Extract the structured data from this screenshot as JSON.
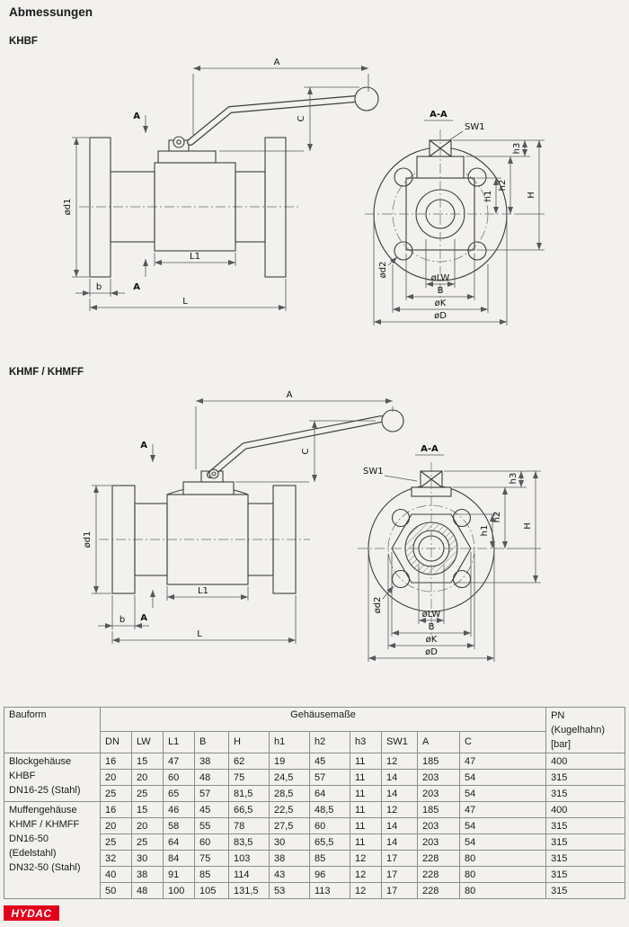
{
  "page": {
    "title": "Abmessungen",
    "section1": "KHBF",
    "section2": "KHMF / KHMFF"
  },
  "drawing_labels": {
    "A": "A",
    "C": "C",
    "L": "L",
    "L1": "L1",
    "b": "b",
    "d1": "ød1",
    "d2": "ød2",
    "D": "øD",
    "K": "øK",
    "LW": "øLW",
    "B": "B",
    "H": "H",
    "h1": "h1",
    "h2": "h2",
    "h3": "h3",
    "SW1": "SW1",
    "section": "A-A"
  },
  "table": {
    "col_bauform": "Bauform",
    "group_header": "Gehäusemaße",
    "pn_header": "PN\n(Kugelhahn)\n[bar]",
    "columns": [
      "DN",
      "LW",
      "L1",
      "B",
      "H",
      "h1",
      "h2",
      "h3",
      "SW1",
      "A",
      "C"
    ],
    "groups": [
      {
        "label": "Blockgehäuse\nKHBF\nDN16-25 (Stahl)",
        "rows": [
          [
            "16",
            "15",
            "47",
            "38",
            "62",
            "19",
            "45",
            "11",
            "12",
            "185",
            "47",
            "400"
          ],
          [
            "20",
            "20",
            "60",
            "48",
            "75",
            "24,5",
            "57",
            "11",
            "14",
            "203",
            "54",
            "315"
          ],
          [
            "25",
            "25",
            "65",
            "57",
            "81,5",
            "28,5",
            "64",
            "11",
            "14",
            "203",
            "54",
            "315"
          ]
        ]
      },
      {
        "label": "Muffengehäuse\nKHMF / KHMFF\nDN16-50\n(Edelstahl)\nDN32-50 (Stahl)",
        "rows": [
          [
            "16",
            "15",
            "46",
            "45",
            "66,5",
            "22,5",
            "48,5",
            "11",
            "12",
            "185",
            "47",
            "400"
          ],
          [
            "20",
            "20",
            "58",
            "55",
            "78",
            "27,5",
            "60",
            "11",
            "14",
            "203",
            "54",
            "315"
          ],
          [
            "25",
            "25",
            "64",
            "60",
            "83,5",
            "30",
            "65,5",
            "11",
            "14",
            "203",
            "54",
            "315"
          ],
          [
            "32",
            "30",
            "84",
            "75",
            "103",
            "38",
            "85",
            "12",
            "17",
            "228",
            "80",
            "315"
          ],
          [
            "40",
            "38",
            "91",
            "85",
            "114",
            "43",
            "96",
            "12",
            "17",
            "228",
            "80",
            "315"
          ],
          [
            "50",
            "48",
            "100",
            "105",
            "131,5",
            "53",
            "113",
            "12",
            "17",
            "228",
            "80",
            "315"
          ]
        ]
      }
    ]
  },
  "logo": {
    "text": "HYDAC"
  }
}
